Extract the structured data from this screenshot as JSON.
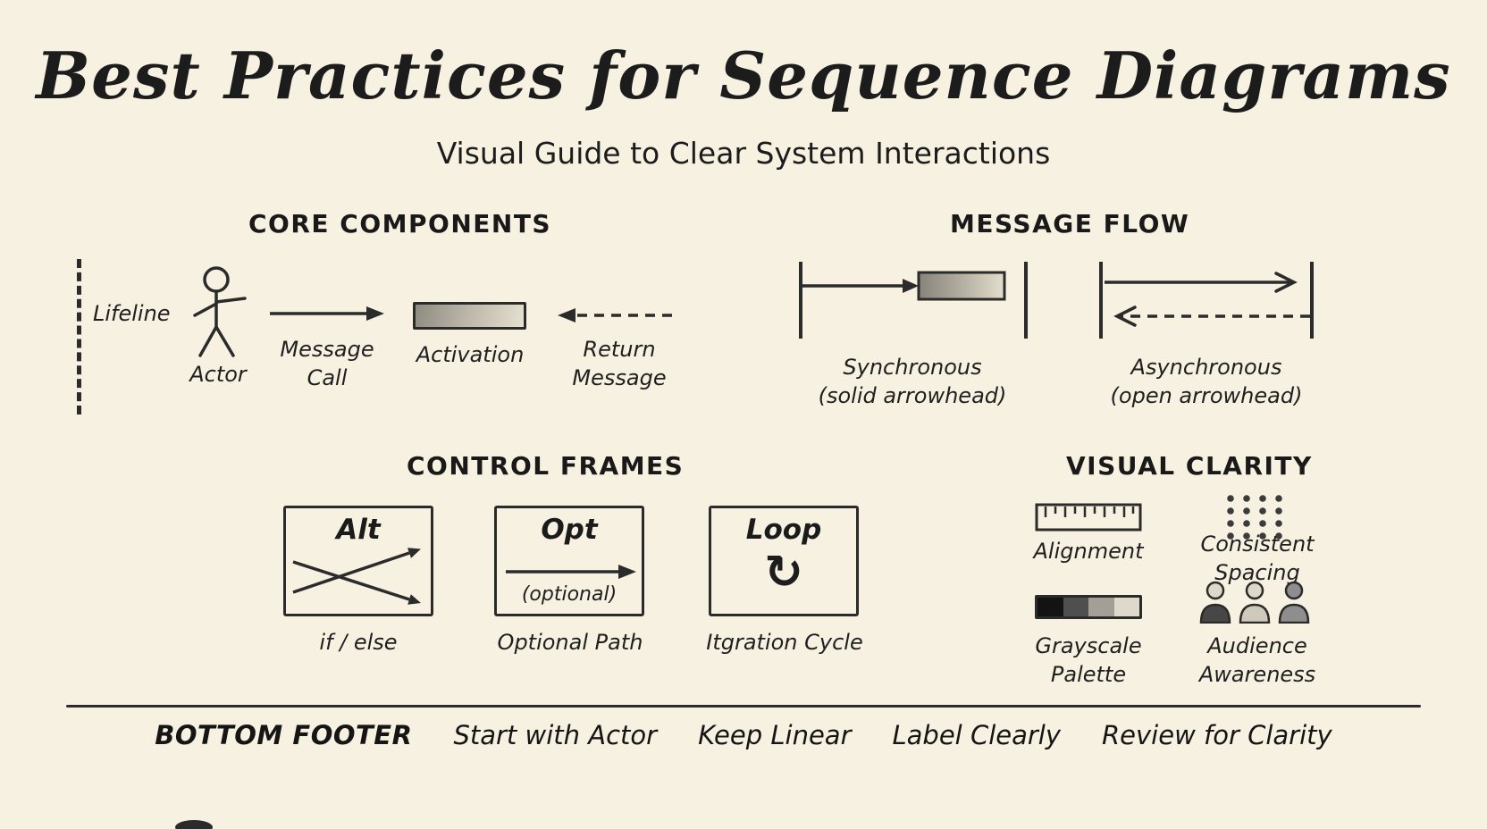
{
  "colors": {
    "background": "#f7f1e1",
    "ink": "#2b2b2b"
  },
  "title": "Best Practices for Sequence Diagrams",
  "subtitle": "Visual Guide to Clear System Interactions",
  "sections": {
    "core_components": {
      "heading": "CORE COMPONENTS",
      "lifeline_label": "Lifeline",
      "actor_label": "Actor",
      "message_call_label": "Message\nCall",
      "activation_label": "Activation",
      "return_message_label": "Return\nMessage"
    },
    "message_flow": {
      "heading": "MESSAGE FLOW",
      "synchronous_label": "Synchronous\n(solid arrowhead)",
      "asynchronous_label": "Asynchronous\n(open arrowhead)"
    },
    "control_frames": {
      "heading": "CONTROL FRAMES",
      "frames": [
        {
          "title": "Alt",
          "caption": "if / else"
        },
        {
          "title": "Opt",
          "annotation": "(optional)",
          "caption": "Optional Path"
        },
        {
          "title": "Loop",
          "caption": "Itgration Cycle"
        }
      ]
    },
    "visual_clarity": {
      "heading": "VISUAL CLARITY",
      "alignment_label": "Alignment",
      "spacing_label": "Consistent\nSpacing",
      "grayscale_label": "Grayscale\nPalette",
      "audience_label": "Audience\nAwareness"
    }
  },
  "icons": {
    "loop_arrow": "↻"
  },
  "footer": {
    "label": "BOTTOM FOOTER",
    "items": [
      "Start with Actor",
      "Keep Linear",
      "Label Clearly",
      "Review for Clarity"
    ]
  }
}
